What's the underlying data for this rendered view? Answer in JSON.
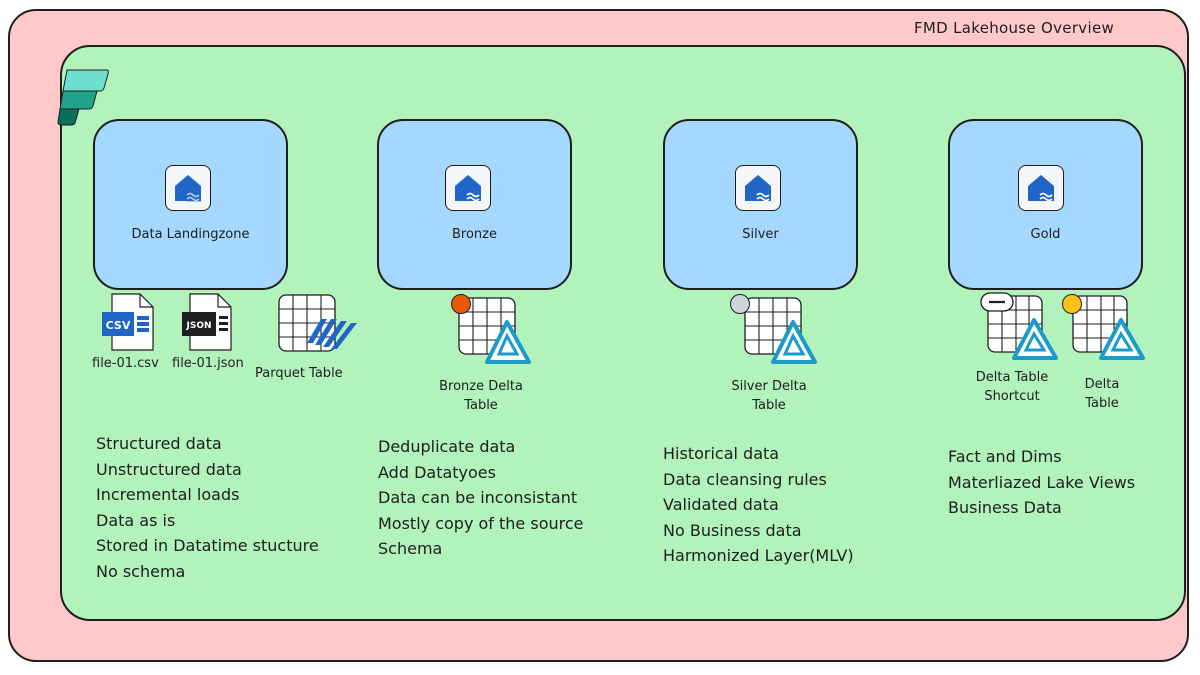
{
  "title": "FMD Lakehouse Overview",
  "layers": [
    {
      "id": "landing",
      "label": "Data Landingzone"
    },
    {
      "id": "bronze",
      "label": "Bronze"
    },
    {
      "id": "silver",
      "label": "Silver"
    },
    {
      "id": "gold",
      "label": "Gold"
    }
  ],
  "landing_files": {
    "csv": {
      "badge": "CSV",
      "label": "file-01.csv"
    },
    "json": {
      "badge": "JSON",
      "label": "file-01.json"
    },
    "parquet": {
      "label": "Parquet Table"
    }
  },
  "delta_tables": {
    "bronze": {
      "line1": "Bronze Delta",
      "line2": "Table",
      "dot_color": "#e8590c"
    },
    "silver": {
      "line1": "Silver Delta",
      "line2": "Table",
      "dot_color": "#ced4da"
    },
    "gold_shortcut": {
      "line1": "Delta Table",
      "line2": "Shortcut"
    },
    "gold_table": {
      "line1": "Delta",
      "line2": "Table",
      "dot_color": "#fcc419"
    }
  },
  "notes": {
    "landing": [
      "Structured data",
      "Unstructured data",
      "Incremental loads",
      "Data as is",
      "Stored in Datatime stucture",
      "No schema"
    ],
    "bronze": [
      "Deduplicate data",
      "Add Datatyoes",
      "Data can be inconsistant",
      "Mostly copy of the source",
      "Schema"
    ],
    "silver": [
      "Historical data",
      "Data cleansing rules",
      "Validated data",
      "No Business data",
      "Harmonized Layer(MLV)"
    ],
    "gold": [
      "Fact and Dims",
      "Materliazed Lake Views",
      "Business Data"
    ]
  },
  "colors": {
    "outer_bg": "#ffc9c9",
    "inner_bg": "#b2f2bb",
    "layer_bg": "#a5d8ff",
    "lakehouse_icon": "#1f66c7",
    "delta_icon": "#1a9bc9"
  }
}
